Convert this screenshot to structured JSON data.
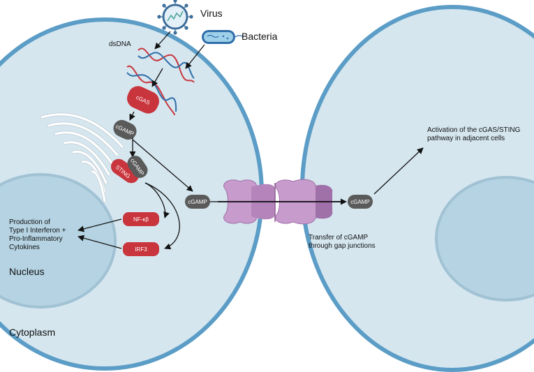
{
  "labels": {
    "virus": "Virus",
    "bacteria": "Bacteria",
    "dsdna": "dsDNA",
    "cgas": "cGAS",
    "cgamp_1": "cGAMP",
    "sting": "STING",
    "cgamp_bound": "cGAMP",
    "cgamp_2": "cGAMP",
    "cgamp_3": "cGAMP",
    "nfkb": "NF-κβ",
    "irf3": "IRF3",
    "production": [
      "Production of",
      "Type I Interferon +",
      "Pro-Inflammatory",
      "Cytokines"
    ],
    "nucleus": "Nucleus",
    "cytoplasm": "Cytoplasm",
    "transfer": [
      "Transfer of cGAMP",
      "through gap junctions"
    ],
    "activation": [
      "Activation of the cGAS/STING",
      "pathway in adjacent cells"
    ]
  },
  "colors": {
    "cell_fill": "#d5e6ef",
    "cell_border": "#5b9dc6",
    "nucleus_fill": "#b5d3e2",
    "nucleus_border": "#a1c2d4",
    "red": "#c9353d",
    "grey": "#5a5a5a",
    "connexin": "#c79bcc",
    "connexin_dark": "#a070a8"
  }
}
